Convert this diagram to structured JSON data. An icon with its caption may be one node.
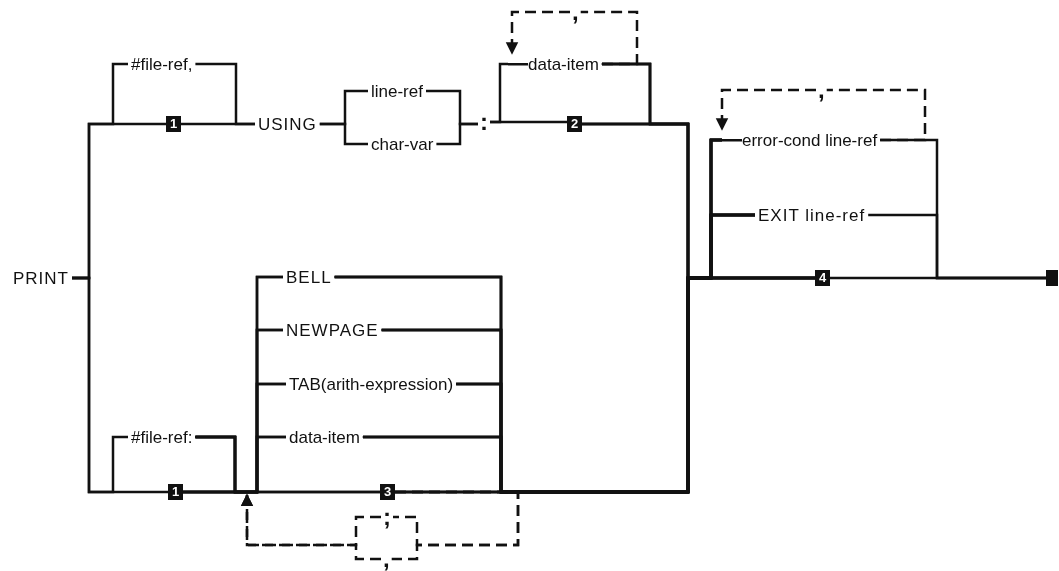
{
  "diagram": {
    "nodes": [
      {
        "text": [
          "PRINT"
        ]
      },
      {
        "text": [
          "#file-ref,"
        ]
      },
      {
        "text": [
          "1"
        ]
      },
      {
        "text": [
          "USING"
        ]
      },
      {
        "text": [
          "line-ref"
        ]
      },
      {
        "text": [
          "char-var"
        ]
      },
      {
        "text": [
          ":"
        ]
      },
      {
        "text": [
          "data-item"
        ]
      },
      {
        "text": [
          "2"
        ]
      },
      {
        "text": [
          ","
        ]
      },
      {
        "text": [
          "error-cond line-ref"
        ]
      },
      {
        "text": [
          ","
        ]
      },
      {
        "text": [
          "EXIT line-ref"
        ]
      },
      {
        "text": [
          "4"
        ]
      },
      {
        "text": [],
        "shape": "box"
      },
      {
        "text": [
          "#file-ref:"
        ]
      },
      {
        "text": [
          "1"
        ]
      },
      {
        "text": [
          "BELL"
        ]
      },
      {
        "text": [
          "NEWPAGE"
        ]
      },
      {
        "text": [
          "TAB(arith-expression)"
        ]
      },
      {
        "text": [
          "data-item"
        ]
      },
      {
        "text": [
          "3"
        ]
      },
      {
        "text": [
          ";"
        ]
      },
      {
        "text": [
          ","
        ]
      }
    ],
    "edges": [
      {
        "from": 0,
        "to": 1,
        "arrow": "none"
      },
      {
        "from": 0,
        "to": 2,
        "arrow": "none"
      },
      {
        "from": 0,
        "to": 15,
        "arrow": "none"
      },
      {
        "from": 0,
        "to": 16,
        "arrow": "none"
      },
      {
        "from": 1,
        "to": 3,
        "arrow": "none"
      },
      {
        "from": 2,
        "to": 3,
        "arrow": "none"
      },
      {
        "from": 3,
        "to": 4,
        "arrow": "none"
      },
      {
        "from": 3,
        "to": 5,
        "arrow": "none"
      },
      {
        "from": 4,
        "to": 6,
        "arrow": "none"
      },
      {
        "from": 5,
        "to": 6,
        "arrow": "none"
      },
      {
        "from": 6,
        "to": 7,
        "arrow": "none"
      },
      {
        "from": 6,
        "to": 8,
        "arrow": "none"
      },
      {
        "from": 7,
        "to": 9,
        "arrow": "none",
        "style": "dashed"
      },
      {
        "from": 9,
        "to": 7,
        "arrow": "to",
        "style": "dashed"
      },
      {
        "from": 7,
        "to": 10,
        "arrow": "none"
      },
      {
        "from": 7,
        "to": 12,
        "arrow": "none"
      },
      {
        "from": 7,
        "to": 13,
        "arrow": "none"
      },
      {
        "from": 8,
        "to": 10,
        "arrow": "none"
      },
      {
        "from": 8,
        "to": 12,
        "arrow": "none"
      },
      {
        "from": 8,
        "to": 13,
        "arrow": "none"
      },
      {
        "from": 17,
        "to": 10,
        "arrow": "none"
      },
      {
        "from": 17,
        "to": 12,
        "arrow": "none"
      },
      {
        "from": 17,
        "to": 13,
        "arrow": "none"
      },
      {
        "from": 18,
        "to": 10,
        "arrow": "none"
      },
      {
        "from": 18,
        "to": 12,
        "arrow": "none"
      },
      {
        "from": 18,
        "to": 13,
        "arrow": "none"
      },
      {
        "from": 19,
        "to": 10,
        "arrow": "none"
      },
      {
        "from": 19,
        "to": 12,
        "arrow": "none"
      },
      {
        "from": 19,
        "to": 13,
        "arrow": "none"
      },
      {
        "from": 20,
        "to": 10,
        "arrow": "none"
      },
      {
        "from": 20,
        "to": 12,
        "arrow": "none"
      },
      {
        "from": 20,
        "to": 13,
        "arrow": "none"
      },
      {
        "from": 21,
        "to": 10,
        "arrow": "none"
      },
      {
        "from": 21,
        "to": 12,
        "arrow": "none"
      },
      {
        "from": 21,
        "to": 13,
        "arrow": "none"
      },
      {
        "from": 10,
        "to": 14,
        "arrow": "none"
      },
      {
        "from": 12,
        "to": 14,
        "arrow": "none"
      },
      {
        "from": 13,
        "to": 14,
        "arrow": "none"
      },
      {
        "from": 10,
        "to": 11,
        "arrow": "none",
        "style": "dashed"
      },
      {
        "from": 11,
        "to": 10,
        "arrow": "to",
        "style": "dashed"
      },
      {
        "from": 15,
        "to": 17,
        "arrow": "none"
      },
      {
        "from": 15,
        "to": 18,
        "arrow": "none"
      },
      {
        "from": 15,
        "to": 19,
        "arrow": "none"
      },
      {
        "from": 15,
        "to": 20,
        "arrow": "none"
      },
      {
        "from": 15,
        "to": 21,
        "arrow": "none"
      },
      {
        "from": 16,
        "to": 17,
        "arrow": "none"
      },
      {
        "from": 16,
        "to": 18,
        "arrow": "none"
      },
      {
        "from": 16,
        "to": 19,
        "arrow": "none"
      },
      {
        "from": 16,
        "to": 20,
        "arrow": "none"
      },
      {
        "from": 16,
        "to": 21,
        "arrow": "none"
      },
      {
        "from": 21,
        "to": 22,
        "arrow": "none",
        "style": "dashed"
      },
      {
        "from": 21,
        "to": 23,
        "arrow": "none",
        "style": "dashed"
      },
      {
        "from": 22,
        "to": null,
        "arrow": "to",
        "style": "dashed"
      },
      {
        "from": 23,
        "to": null,
        "arrow": "to",
        "style": "dashed"
      }
    ]
  }
}
